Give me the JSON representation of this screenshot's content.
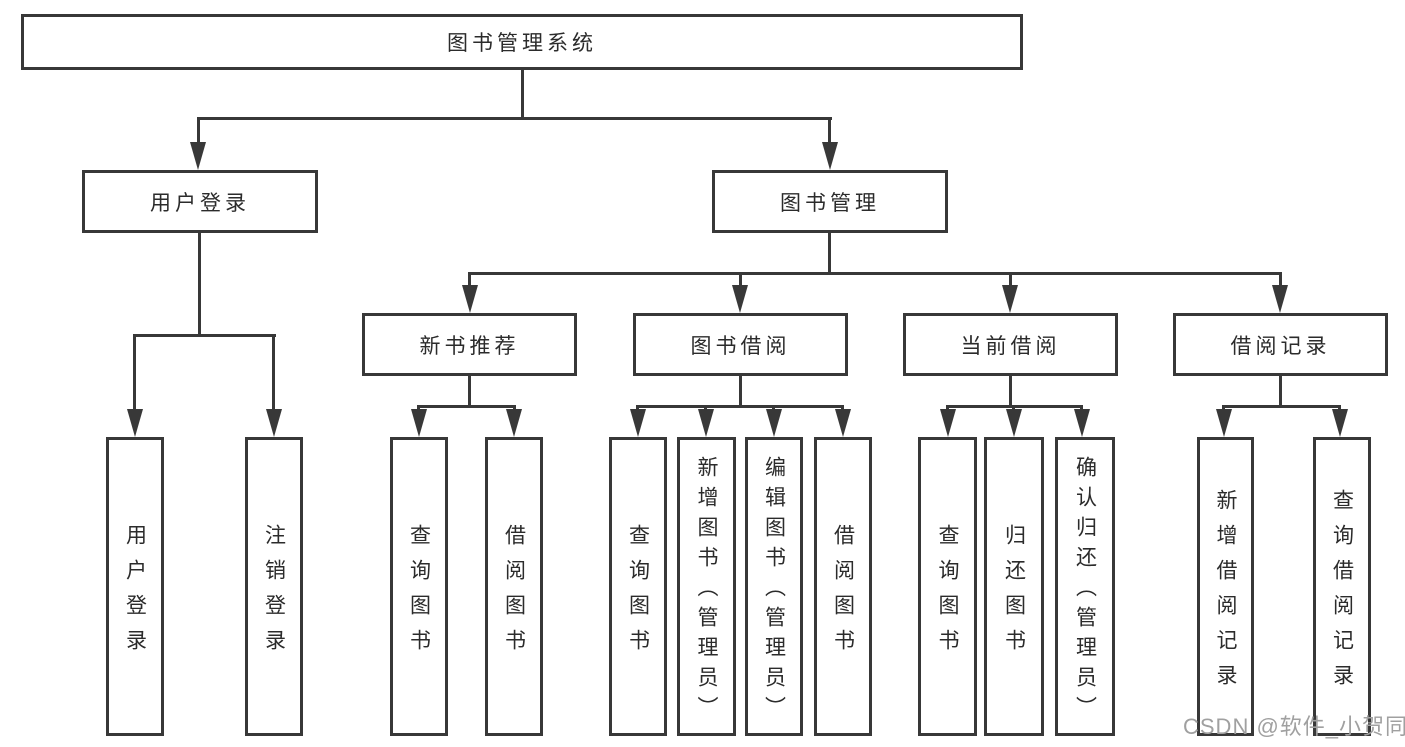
{
  "diagram": {
    "root": {
      "label": "图书管理系统"
    },
    "level2": [
      {
        "id": "user-login",
        "label": "用户登录"
      },
      {
        "id": "book-management",
        "label": "图书管理"
      }
    ],
    "level3": [
      {
        "id": "new-book-recommend",
        "label": "新书推荐"
      },
      {
        "id": "book-borrow",
        "label": "图书借阅"
      },
      {
        "id": "current-borrow",
        "label": "当前借阅"
      },
      {
        "id": "borrow-records",
        "label": "借阅记录"
      }
    ],
    "leaves": [
      {
        "parent": "user-login",
        "label": "用户登录"
      },
      {
        "parent": "user-login",
        "label": "注销登录"
      },
      {
        "parent": "new-book-recommend",
        "label": "查询图书"
      },
      {
        "parent": "new-book-recommend",
        "label": "借阅图书"
      },
      {
        "parent": "book-borrow",
        "label": "查询图书"
      },
      {
        "parent": "book-borrow",
        "label": "新增图书（管理员）"
      },
      {
        "parent": "book-borrow",
        "label": "编辑图书（管理员）"
      },
      {
        "parent": "book-borrow",
        "label": "借阅图书"
      },
      {
        "parent": "current-borrow",
        "label": "查询图书"
      },
      {
        "parent": "current-borrow",
        "label": "归还图书"
      },
      {
        "parent": "current-borrow",
        "label": "确认归还（管理员）"
      },
      {
        "parent": "borrow-records",
        "label": "新增借阅记录"
      },
      {
        "parent": "borrow-records",
        "label": "查询借阅记录"
      }
    ],
    "watermark": {
      "text": "CSDN @软件_小贺同学"
    },
    "colors": {
      "line": "#383838",
      "text": "#2b2b2b",
      "background": "#ffffff",
      "watermark": "#a0a0a0"
    }
  }
}
